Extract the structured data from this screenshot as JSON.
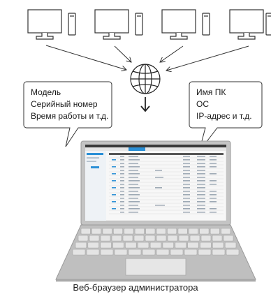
{
  "callouts": {
    "left": {
      "lines": [
        "Модель",
        "Серийный номер",
        "Время работы и т.д."
      ]
    },
    "right": {
      "lines": [
        "Имя ПК",
        "ОС",
        "IP-адрес и т.д."
      ]
    }
  },
  "caption": "Веб-браузер администратора",
  "icons": {
    "computer": "desktop-computer-icon",
    "globe": "globe-icon",
    "arrow": "down-arrow-icon",
    "laptop": "laptop-icon"
  },
  "colors": {
    "line": "#333333",
    "laptop_body": "#b9b9b9",
    "keyboard": "#d6d6d6",
    "screen_bar": "#3a3a3a",
    "accent": "#2a8fd6"
  }
}
